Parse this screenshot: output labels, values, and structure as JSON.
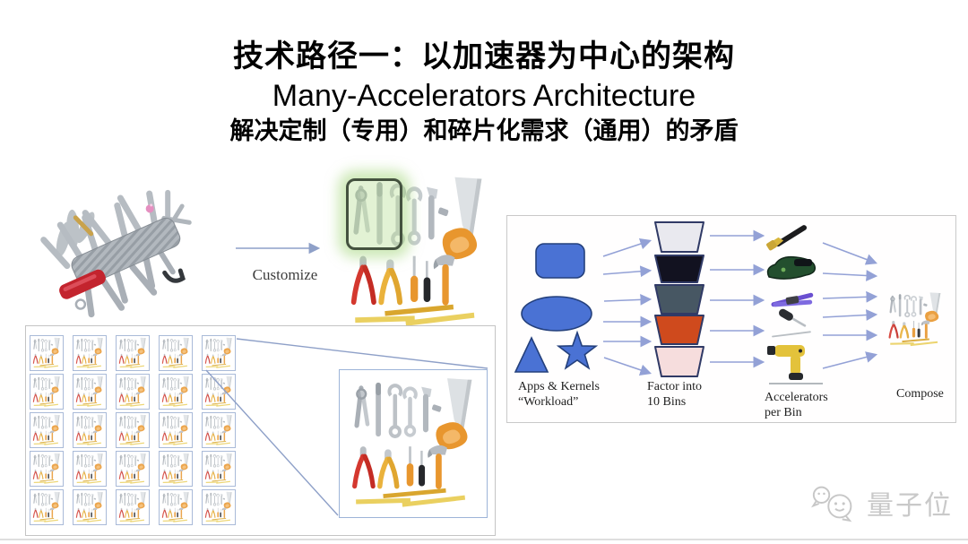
{
  "title": {
    "line1": "技术路径一：以加速器为中心的架构",
    "line2": "Many-Accelerators Architecture",
    "line3": "解决定制（专用）和碎片化需求（通用）的矛盾"
  },
  "customize": {
    "label": "Customize"
  },
  "flow": {
    "workload_label_1": "Apps & Kernels",
    "workload_label_2": "“Workload”",
    "factor_label_1": "Factor into",
    "factor_label_2": "10 Bins",
    "accelerators_label_1": "Accelerators",
    "accelerators_label_2": "per Bin",
    "compose_label": "Compose",
    "shape_fill": "#4a72d4",
    "shape_stroke": "#24407c",
    "bin_stroke": "#303a66",
    "arrow_color": "#93a1d6",
    "bins": [
      "#e9e9ef",
      "#121220",
      "#475763",
      "#cf4a1d",
      "#f6dddd"
    ],
    "workload_shapes": [
      "rounded-rectangle",
      "ellipse",
      "triangle",
      "star"
    ],
    "accelerator_icons": [
      "hammer-icon",
      "sander-icon",
      "crimper-icon",
      "screwdriver-icon",
      "drill-icon"
    ]
  },
  "grid": {
    "rows": 5,
    "cols": 5
  },
  "connectors": {
    "color": "#8ea0c8"
  },
  "highlight": {
    "fill": "rgba(190,226,160,0.45)",
    "border": "#44523f"
  },
  "icons": {
    "knife": "swiss-army-knife-icon",
    "toolset": "toolset-icon",
    "watermark_logo": "qbitai-chat-bubbles-icon"
  },
  "watermark": {
    "text": "量子位"
  }
}
